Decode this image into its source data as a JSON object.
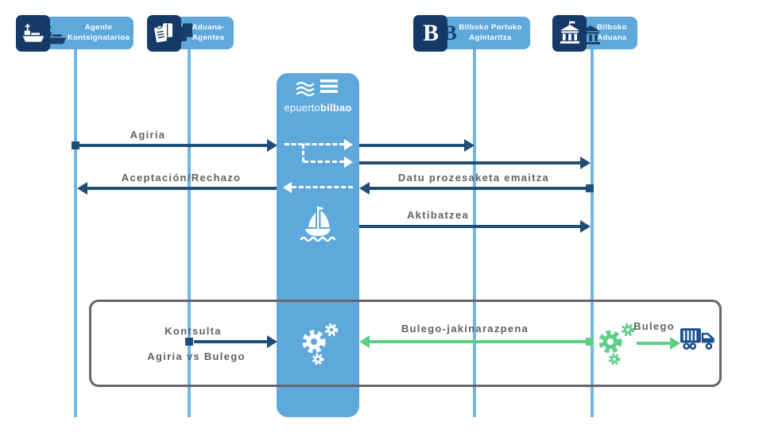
{
  "diagram_title": "epuertobilbao document flow sequence diagram",
  "colors": {
    "light_blue": "#5fa8dc",
    "lifeline_blue": "#73b6e5",
    "badge_navy": "#153a67",
    "arrow_navy": "#1f4e79",
    "green": "#5bcf86",
    "label_gray": "#5e6266",
    "box_border_gray": "#63676b"
  },
  "actors": [
    {
      "id": "agente-kontsignatarioa",
      "lines": [
        "Agente",
        "Kontsignatarioa"
      ],
      "icon": "cargo-ship-icon"
    },
    {
      "id": "aduana-agentea",
      "lines": [
        "Aduana-",
        "Agentea"
      ],
      "icon": "documents-icon"
    },
    {
      "id": "bilboko-portuko-agintaritza",
      "lines": [
        "Bilboko Portuko",
        "Agintaritza"
      ],
      "icon": "letter-b-logo-icon"
    },
    {
      "id": "bilboko-aduana",
      "lines": [
        "Bilboko",
        "Aduana"
      ],
      "icon": "customs-building-icon"
    }
  ],
  "hub": {
    "name_light": "epuerto",
    "name_bold": "bilbao",
    "logo_icon": "waves-and-bars-icon",
    "process_icons": [
      "dashed-flow-arrows-icon",
      "ship-icon",
      "gears-icon"
    ]
  },
  "messages": [
    {
      "id": "agiria",
      "label": "Agiria",
      "from": "agente-kontsignatarioa",
      "to": "hub",
      "color": "navy"
    },
    {
      "id": "aceptacion-rechazo",
      "label": "Aceptación/Rechazo",
      "from": "hub",
      "to": "agente-kontsignatarioa",
      "color": "navy"
    },
    {
      "id": "datu-prozesaketa-emaitza",
      "label": "Datu prozesaketa emaitza",
      "from": "bilboko-aduana",
      "to": "hub",
      "color": "navy"
    },
    {
      "id": "aktibatzea",
      "label": "Aktibatzea",
      "from": "hub",
      "to": "bilboko-aduana",
      "color": "navy"
    },
    {
      "id": "kontsulta",
      "label": "Kontsulta",
      "from": "aduana-agentea",
      "to": "hub",
      "color": "navy"
    },
    {
      "id": "agiria-vs-bulego",
      "label": "Agiria vs Bulego",
      "from": "aduana-agentea",
      "to": "hub",
      "color": "navy"
    },
    {
      "id": "bulego-jakinarazpena",
      "label": "Bulego-jakinarazpena",
      "from": "bilboko-aduana",
      "to": "hub",
      "color": "green"
    },
    {
      "id": "bulego",
      "label": "Bulego",
      "from": "gears",
      "to": "truck",
      "color": "green"
    }
  ],
  "extra_icons": {
    "green_gears": "gears-icon-green",
    "truck": "truck-icon"
  }
}
